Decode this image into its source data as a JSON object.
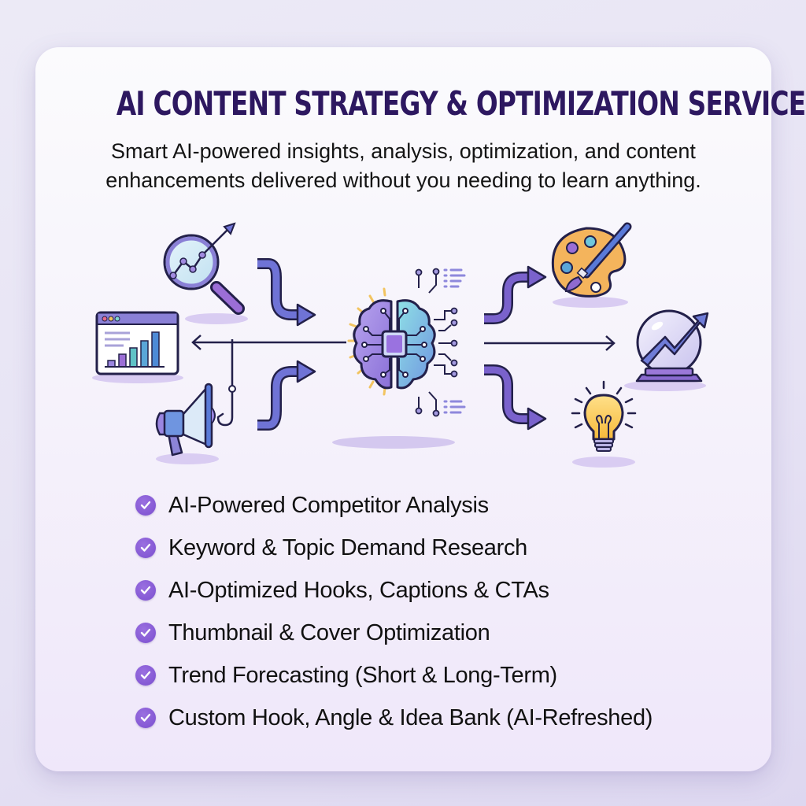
{
  "header": {
    "title": "AI CONTENT STRATEGY & OPTIMIZATION SERVICE",
    "subtitle_line1": "Smart AI-powered insights, analysis, optimization, and content",
    "subtitle_line2": "enhancements delivered without you needing to learn anything."
  },
  "diagram": {
    "center_icon": "brain-chip-icon",
    "inputs": [
      "magnifier-trend-icon",
      "browser-bar-chart-icon",
      "megaphone-icon",
      "fish-hook-icon"
    ],
    "outputs": [
      "paint-palette-icon",
      "crystal-ball-trend-icon",
      "lightbulb-icon"
    ],
    "colors": {
      "arrow_fill": "#6f73d6",
      "outline": "#23204a",
      "brain_left": "#9b86e0",
      "brain_right": "#6fc7dc",
      "chip": "#9a72e0",
      "ray": "#f2c460",
      "palette": "#f4b45c",
      "bulb": "#f7c748"
    }
  },
  "features": [
    {
      "label": "AI-Powered Competitor Analysis"
    },
    {
      "label": "Keyword & Topic Demand Research"
    },
    {
      "label": "AI-Optimized Hooks, Captions & CTAs"
    },
    {
      "label": "Thumbnail & Cover Optimization"
    },
    {
      "label": "Trend Forecasting (Short & Long-Term)"
    },
    {
      "label": "Custom Hook, Angle & Idea Bank (AI-Refreshed)"
    }
  ],
  "theme": {
    "title_color": "#2d1860",
    "check_color": "#7b4fcf"
  }
}
